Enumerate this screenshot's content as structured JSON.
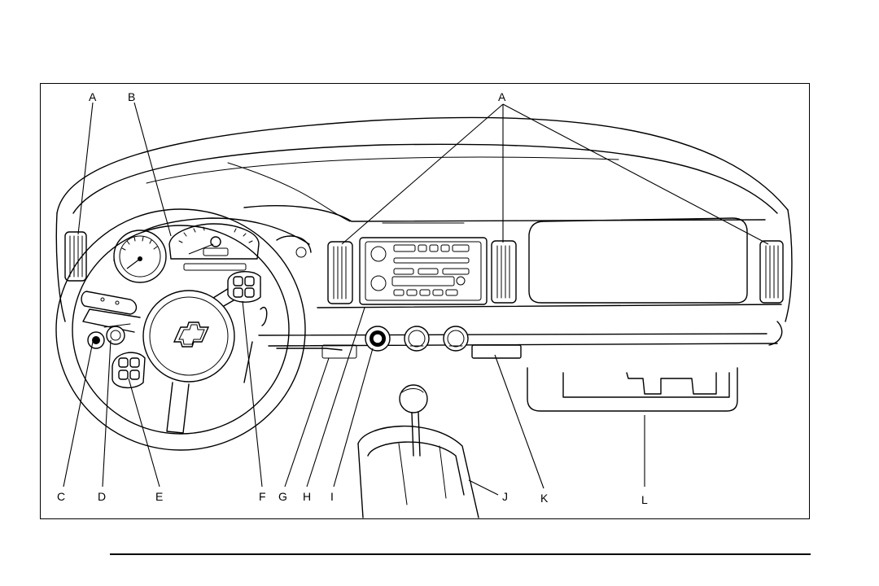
{
  "callouts": {
    "a_left": "A",
    "a_right": "A",
    "b": "B",
    "c": "C",
    "d": "D",
    "e": "E",
    "f": "F",
    "g": "G",
    "h": "H",
    "i": "I",
    "j": "J",
    "k": "K",
    "l": "L"
  },
  "colors": {
    "ink": "#000000",
    "paper": "#ffffff"
  }
}
